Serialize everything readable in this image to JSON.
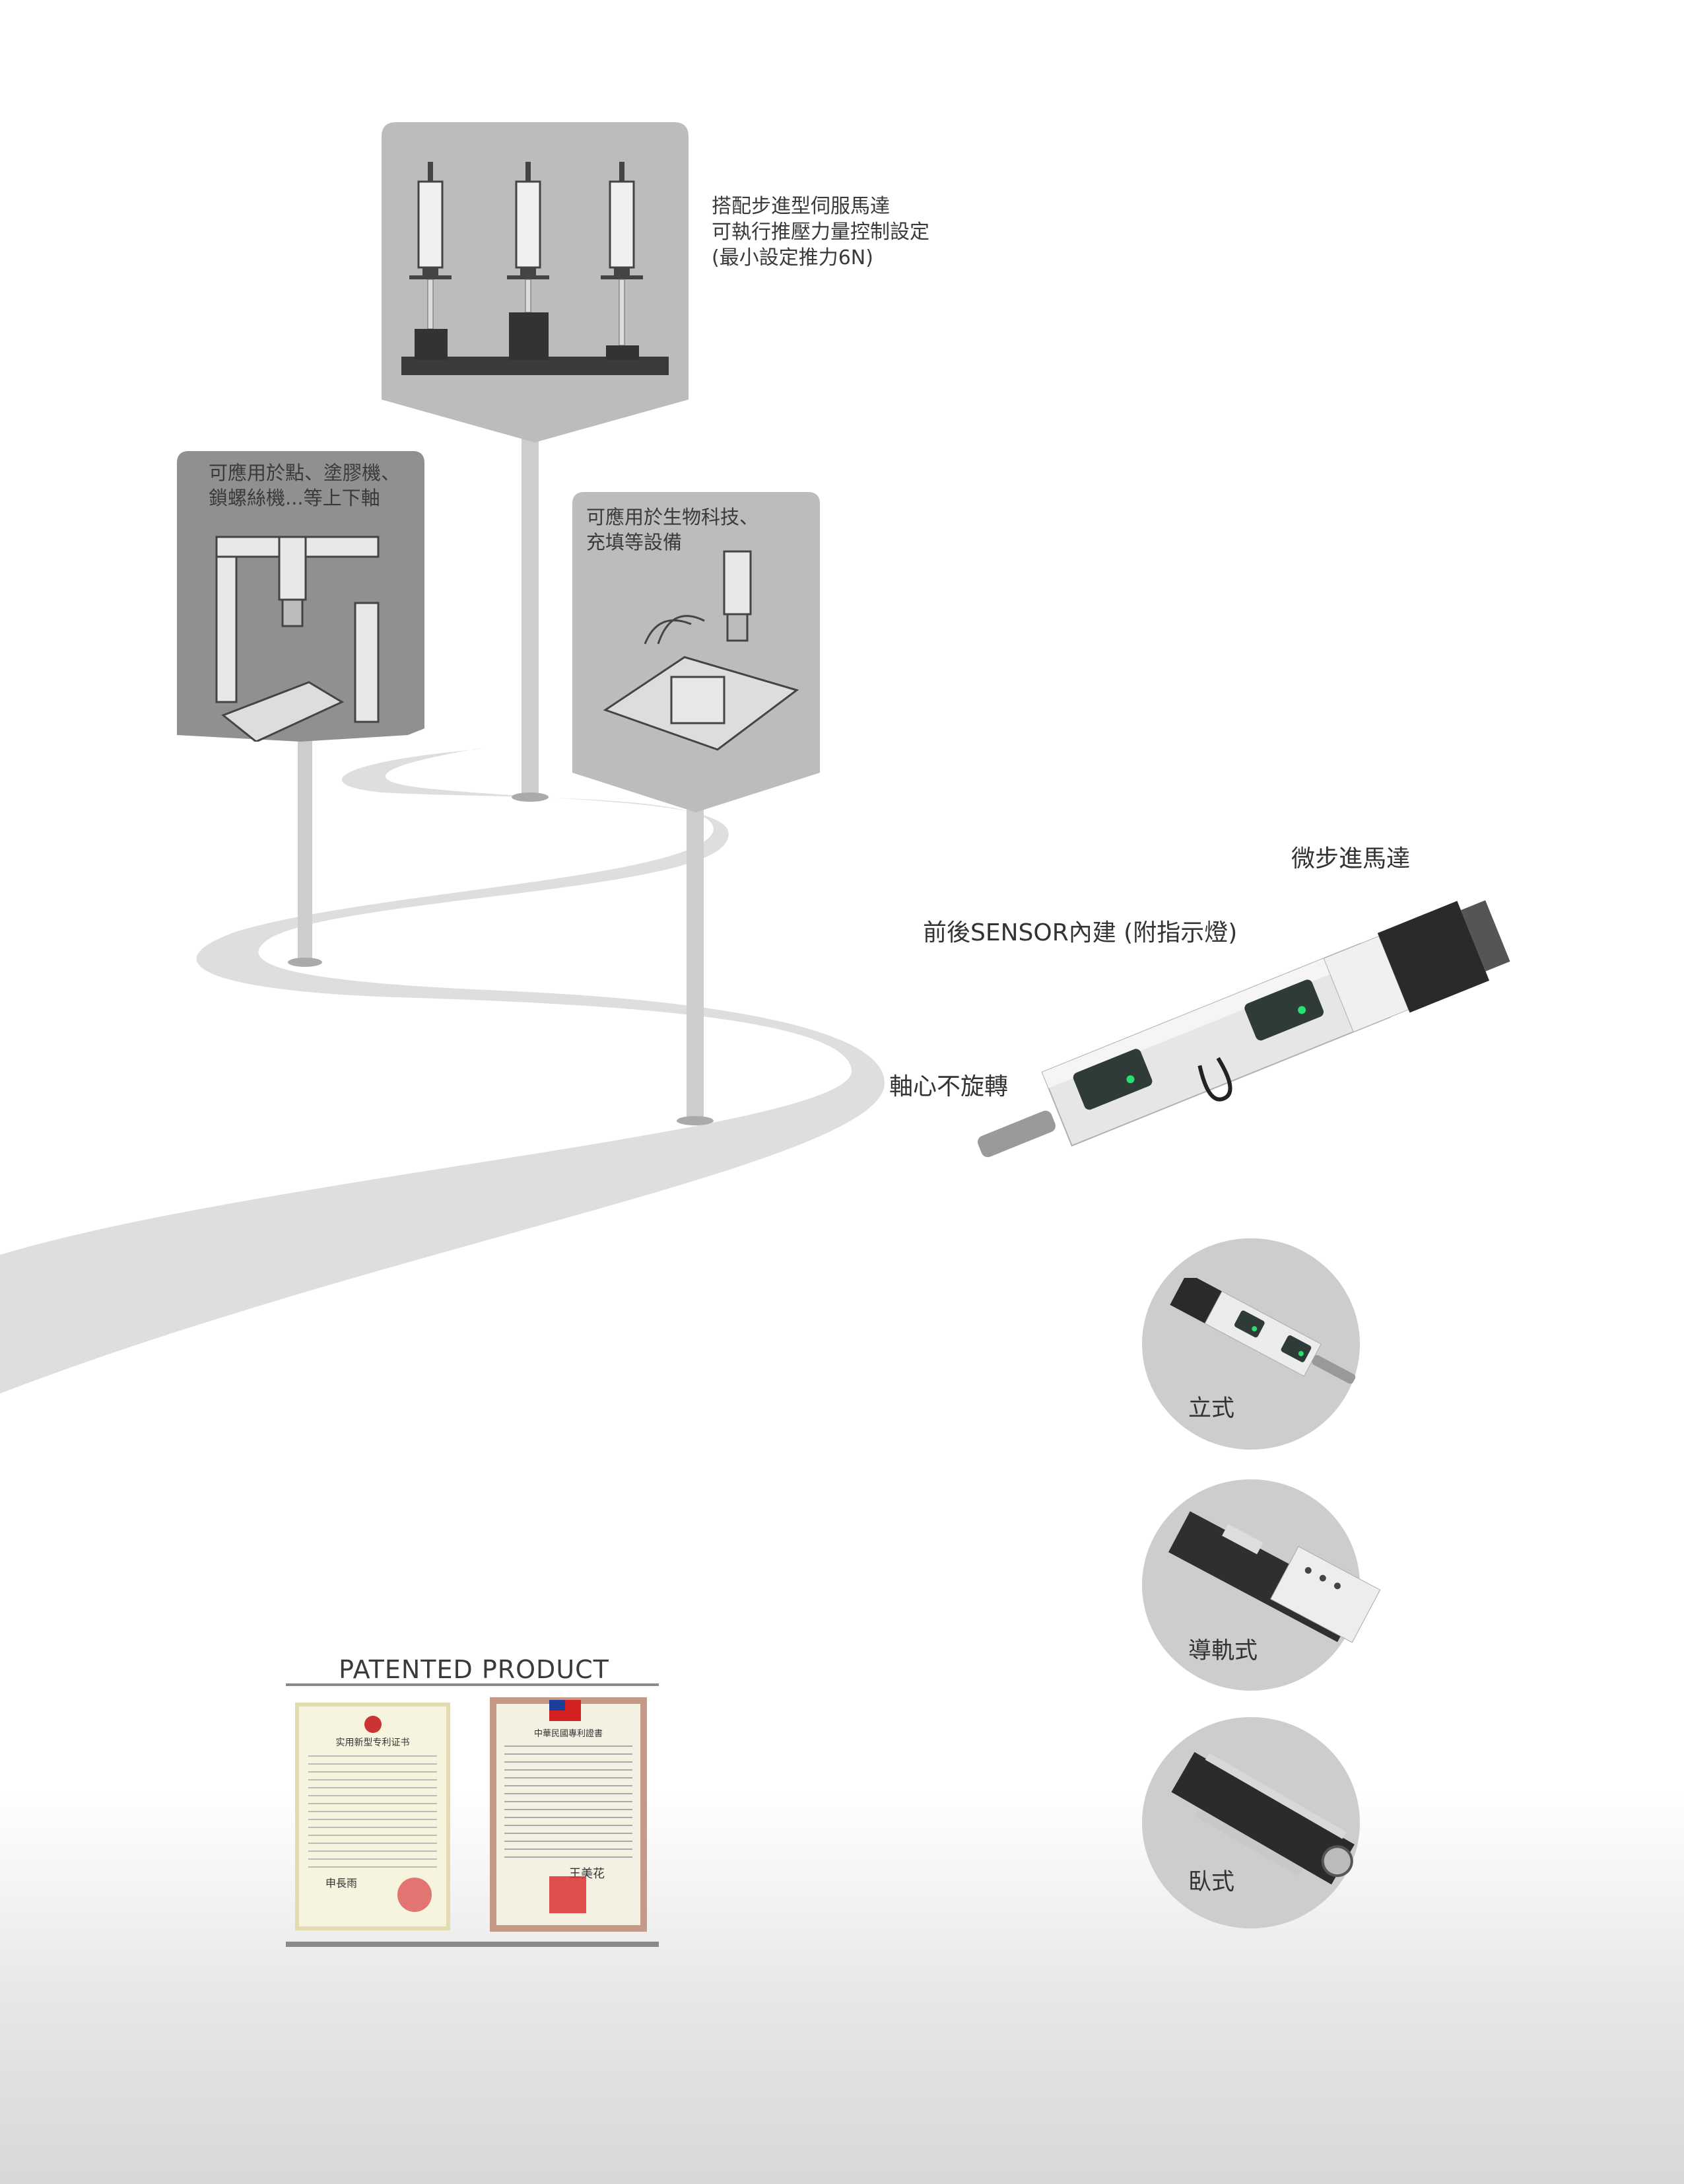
{
  "signs": {
    "top": {
      "lines": [
        "搭配步進型伺服馬達",
        "可執行推壓力量控制設定",
        "(最小設定推力6N)"
      ]
    },
    "left": {
      "lines": [
        "可應用於點、塗膠機、",
        "鎖螺絲機...等上下軸"
      ]
    },
    "right": {
      "lines": [
        "可應用於生物科技、",
        "充填等設備"
      ]
    }
  },
  "product": {
    "callout_motor": "微步進馬達",
    "callout_sensor": "前後SENSOR內建 (附指示燈)",
    "callout_shaft": "軸心不旋轉"
  },
  "variants": [
    {
      "label": "立式"
    },
    {
      "label": "導軌式"
    },
    {
      "label": "臥式"
    }
  ],
  "patent": {
    "title": "PATENTED PRODUCT",
    "cert_left_title": "实用新型专利证书",
    "cert_right_title": "中華民國專利證書",
    "cert_right_signature": "王美花",
    "cert_left_signature": "申長雨"
  },
  "colors": {
    "road": "#dcdcdc",
    "pole": "#cfcfcf",
    "sign_light": "#bdbdbd",
    "sign_dark": "#8f8f8f",
    "circle": "#cdcdcd",
    "led": "#28e070"
  }
}
